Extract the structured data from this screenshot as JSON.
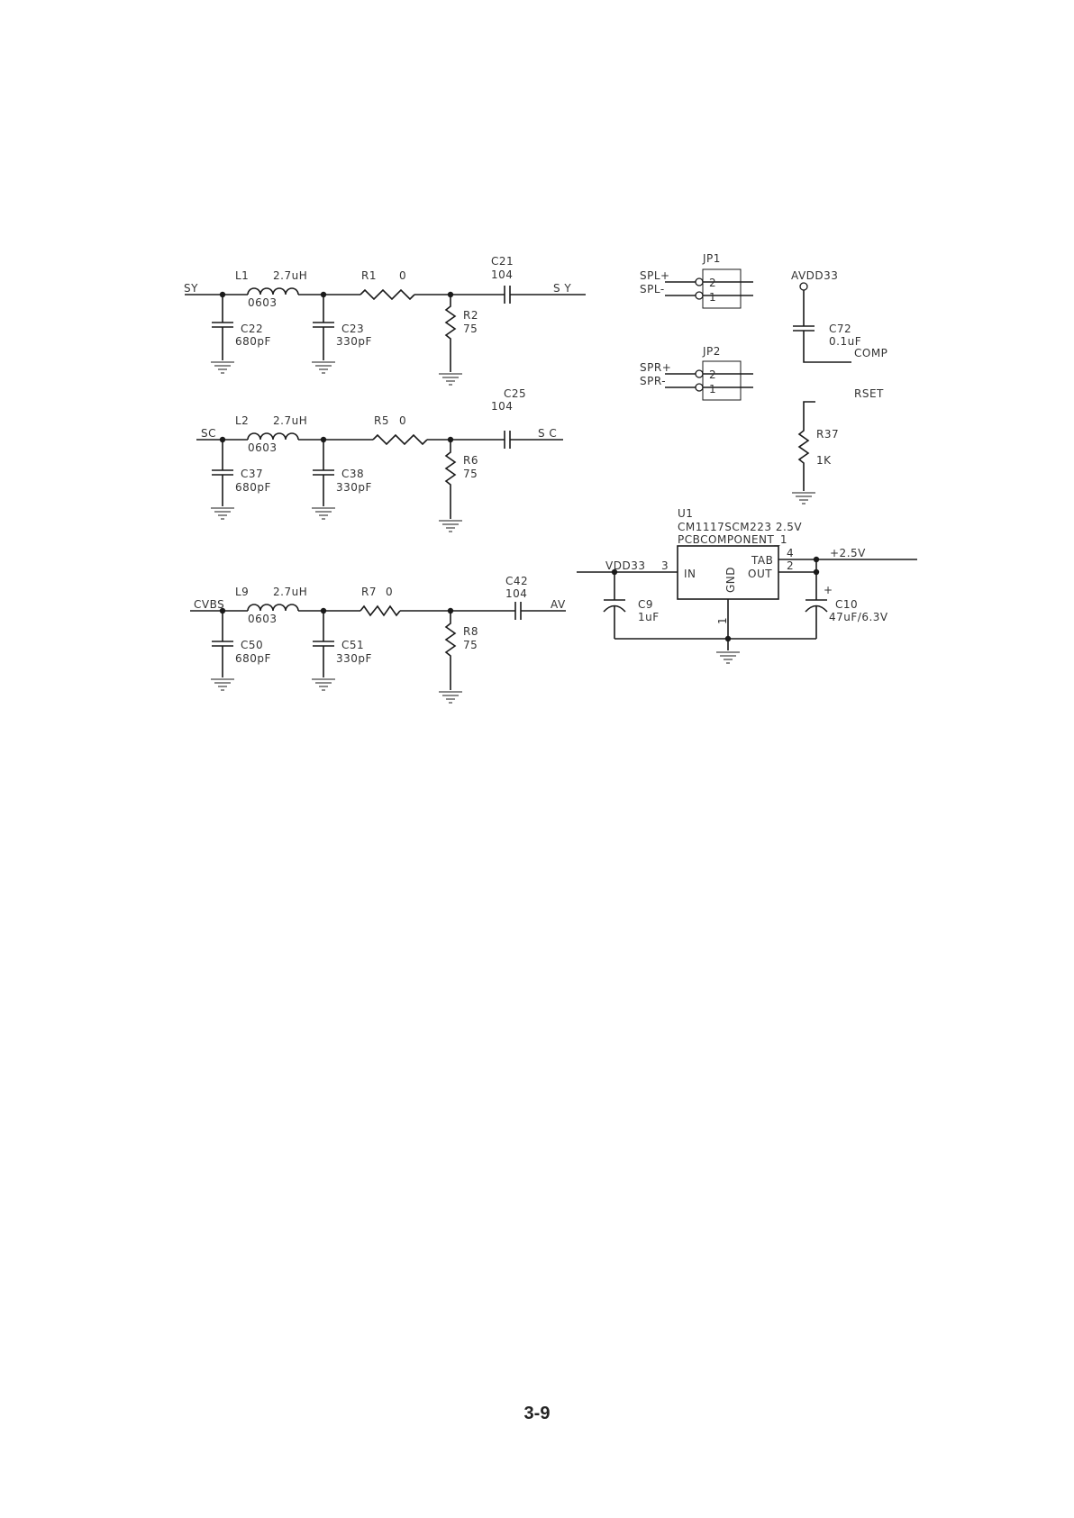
{
  "filters": [
    {
      "input_net": "SY",
      "inductor": "L1",
      "inductor_value": "2.7uH",
      "inductor_package": "0603",
      "shunt_cap1": "C22",
      "shunt_cap1_value": "680pF",
      "shunt_cap2": "C23",
      "shunt_cap2_value": "330pF",
      "series_res": "R1",
      "series_res_value": "0",
      "load_res": "R2",
      "load_res_value": "75",
      "coupling_cap": "C21",
      "coupling_cap_value": "104",
      "output_net": "S Y"
    },
    {
      "input_net": "SC",
      "inductor": "L2",
      "inductor_value": "2.7uH",
      "inductor_package": "0603",
      "shunt_cap1": "C37",
      "shunt_cap1_value": "680pF",
      "shunt_cap2": "C38",
      "shunt_cap2_value": "330pF",
      "series_res": "R5",
      "series_res_value": "0",
      "load_res": "R6",
      "load_res_value": "75",
      "coupling_cap": "C25",
      "coupling_cap_value": "104",
      "output_net": "S C"
    },
    {
      "input_net": "CVBS",
      "inductor": "L9",
      "inductor_value": "2.7uH",
      "inductor_package": "0603",
      "shunt_cap1": "C50",
      "shunt_cap1_value": "680pF",
      "shunt_cap2": "C51",
      "shunt_cap2_value": "330pF",
      "series_res": "R7",
      "series_res_value": "0",
      "load_res": "R8",
      "load_res_value": "75",
      "coupling_cap": "C42",
      "coupling_cap_value": "104",
      "output_net": "AV"
    }
  ],
  "jumpers": [
    {
      "ref": "JP1",
      "net_plus": "SPL+",
      "net_minus": "SPL-",
      "pin_top": "2",
      "pin_bottom": "1"
    },
    {
      "ref": "JP2",
      "net_plus": "SPR+",
      "net_minus": "SPR-",
      "pin_top": "2",
      "pin_bottom": "1"
    }
  ],
  "comp": {
    "supply": "AVDD33",
    "cap": "C72",
    "cap_value": "0.1uF",
    "net": "COMP"
  },
  "rset": {
    "net": "RSET",
    "res": "R37",
    "res_value": "1K"
  },
  "regulator": {
    "ref": "U1",
    "part": "CM1117SCM223 2.5V",
    "footprint": "PCBCOMPONENT_1",
    "in_label": "IN",
    "out_label": "OUT",
    "tab_label": "TAB",
    "gnd_label": "GND",
    "pin_in": "3",
    "pin_tab": "4",
    "pin_out": "2",
    "pin_gnd": "1",
    "input_net": "VDD33",
    "output_net": "+2.5V",
    "in_cap": "C9",
    "in_cap_value": "1uF",
    "out_cap": "C10",
    "out_cap_value": "47uF/6.3V",
    "out_cap_polarity": "+"
  },
  "page_number": "3-9"
}
